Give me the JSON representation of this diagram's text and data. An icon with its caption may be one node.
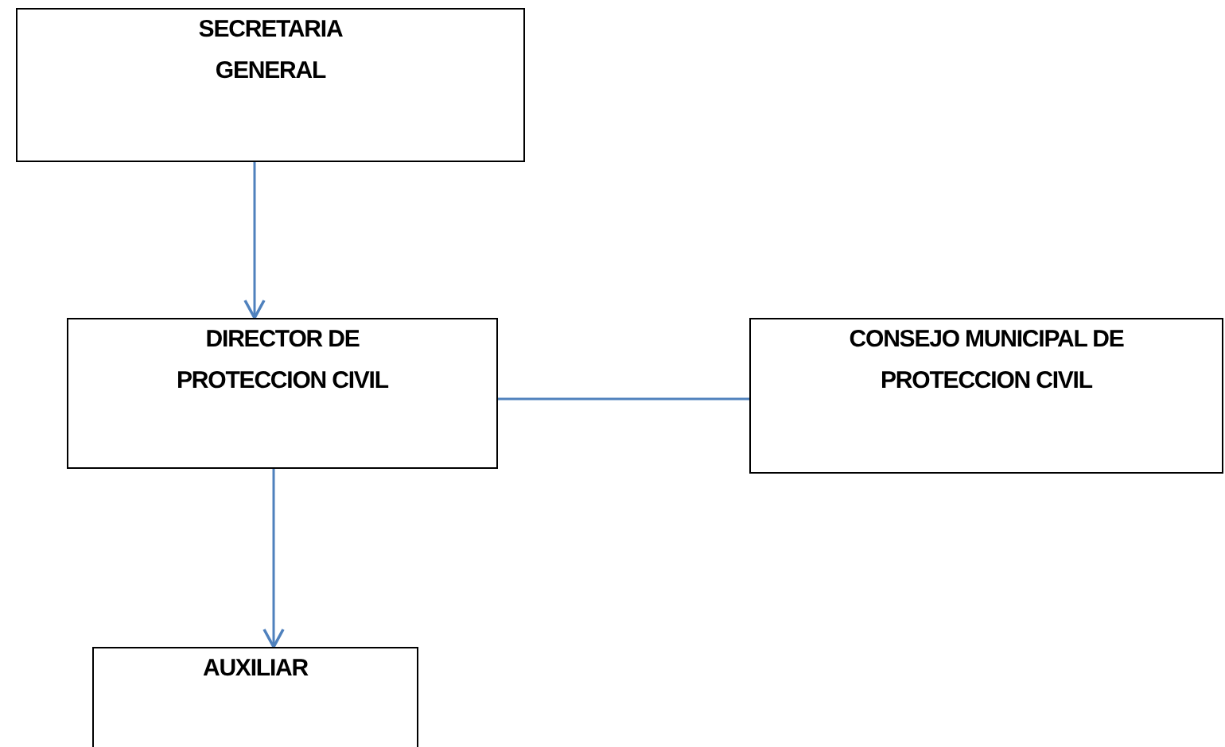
{
  "diagram": {
    "nodes": [
      {
        "text": [
          "SECRETARIA GENERAL"
        ]
      },
      {
        "text": [
          "DIRECTOR DE PROTECCION CIVIL"
        ]
      },
      {
        "text": [
          "CONSEJO MUNICIPAL DE PROTECCION CIVIL"
        ]
      },
      {
        "text": [
          "AUXILIAR"
        ]
      }
    ],
    "edges": [
      {
        "from": 0,
        "to": 1,
        "arrow": "to"
      },
      {
        "from": 1,
        "to": 2,
        "arrow": "none"
      },
      {
        "from": 1,
        "to": 3,
        "arrow": "to"
      }
    ]
  }
}
